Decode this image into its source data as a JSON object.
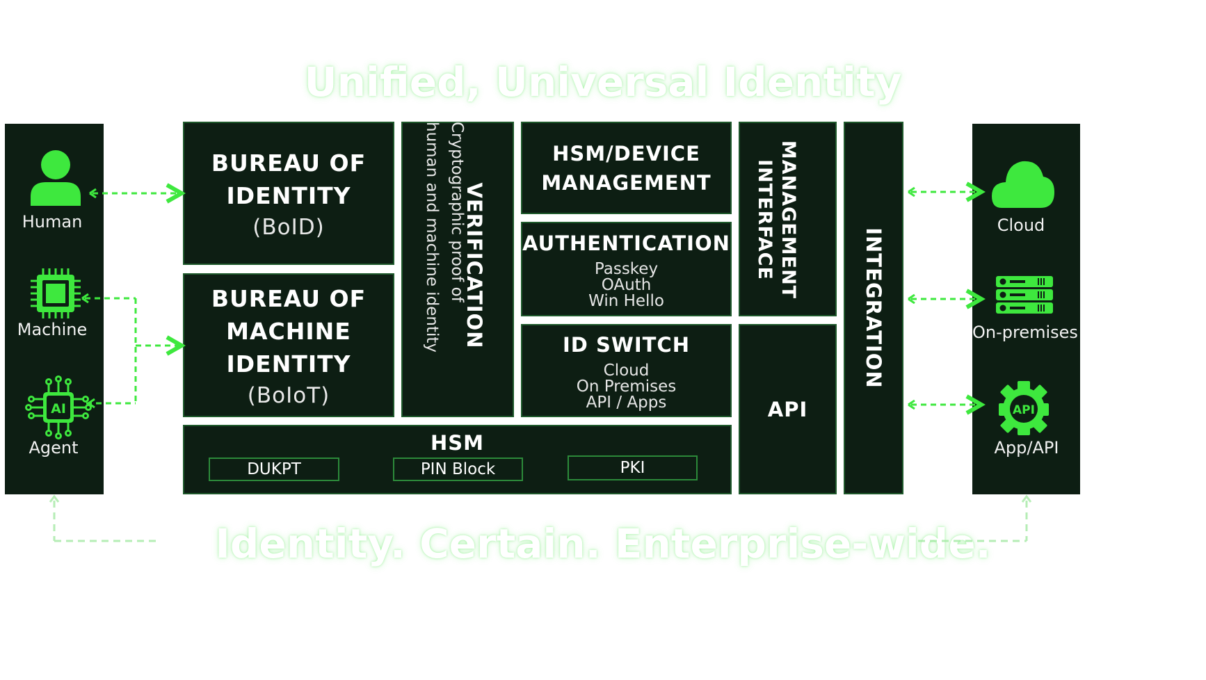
{
  "title": "Unified, Universal Identity",
  "tagline": "Identity. Certain. Enterprise-wide.",
  "colors": {
    "background": "#ffffff",
    "panel": "#0d1e13",
    "accent_green": "#3ee83e",
    "border_green": "#1f5a2c"
  },
  "left_actors": [
    {
      "label": "Human",
      "icon": "person-icon"
    },
    {
      "label": "Machine",
      "icon": "chip-icon"
    },
    {
      "label": "Agent",
      "icon": "ai-agent-icon"
    }
  ],
  "right_targets": [
    {
      "label": "Cloud",
      "icon": "cloud-icon"
    },
    {
      "label": "On-premises",
      "icon": "server-rack-icon"
    },
    {
      "label": "App/API",
      "icon": "api-gear-icon"
    }
  ],
  "blocks": {
    "boid": {
      "title_line1": "BUREAU OF",
      "title_line2": "IDENTITY",
      "abbr": "(BoID)"
    },
    "boiot": {
      "title_line1": "BUREAU OF",
      "title_line2": "MACHINE",
      "title_line3": "IDENTITY",
      "abbr": "(BoIoT)"
    },
    "verification": {
      "title": "VERIFICATION",
      "line1": "Cryptographic proof of",
      "line2": "human and machine identity"
    },
    "hsm_device": {
      "line1": "HSM/DEVICE",
      "line2": "MANAGEMENT"
    },
    "authentication": {
      "title": "AUTHENTICATION",
      "items": [
        "Passkey",
        "OAuth",
        "Win Hello"
      ]
    },
    "id_switch": {
      "title": "ID SWITCH",
      "items": [
        "Cloud",
        "On Premises",
        "API / Apps"
      ]
    },
    "management_interface": {
      "line1": "MANAGEMENT",
      "line2": "INTERFACE"
    },
    "api": {
      "title": "API"
    },
    "integration": {
      "title": "INTEGRATION"
    },
    "hsm": {
      "title": "HSM",
      "items": [
        "DUKPT",
        "PIN Block",
        "PKI"
      ]
    }
  }
}
